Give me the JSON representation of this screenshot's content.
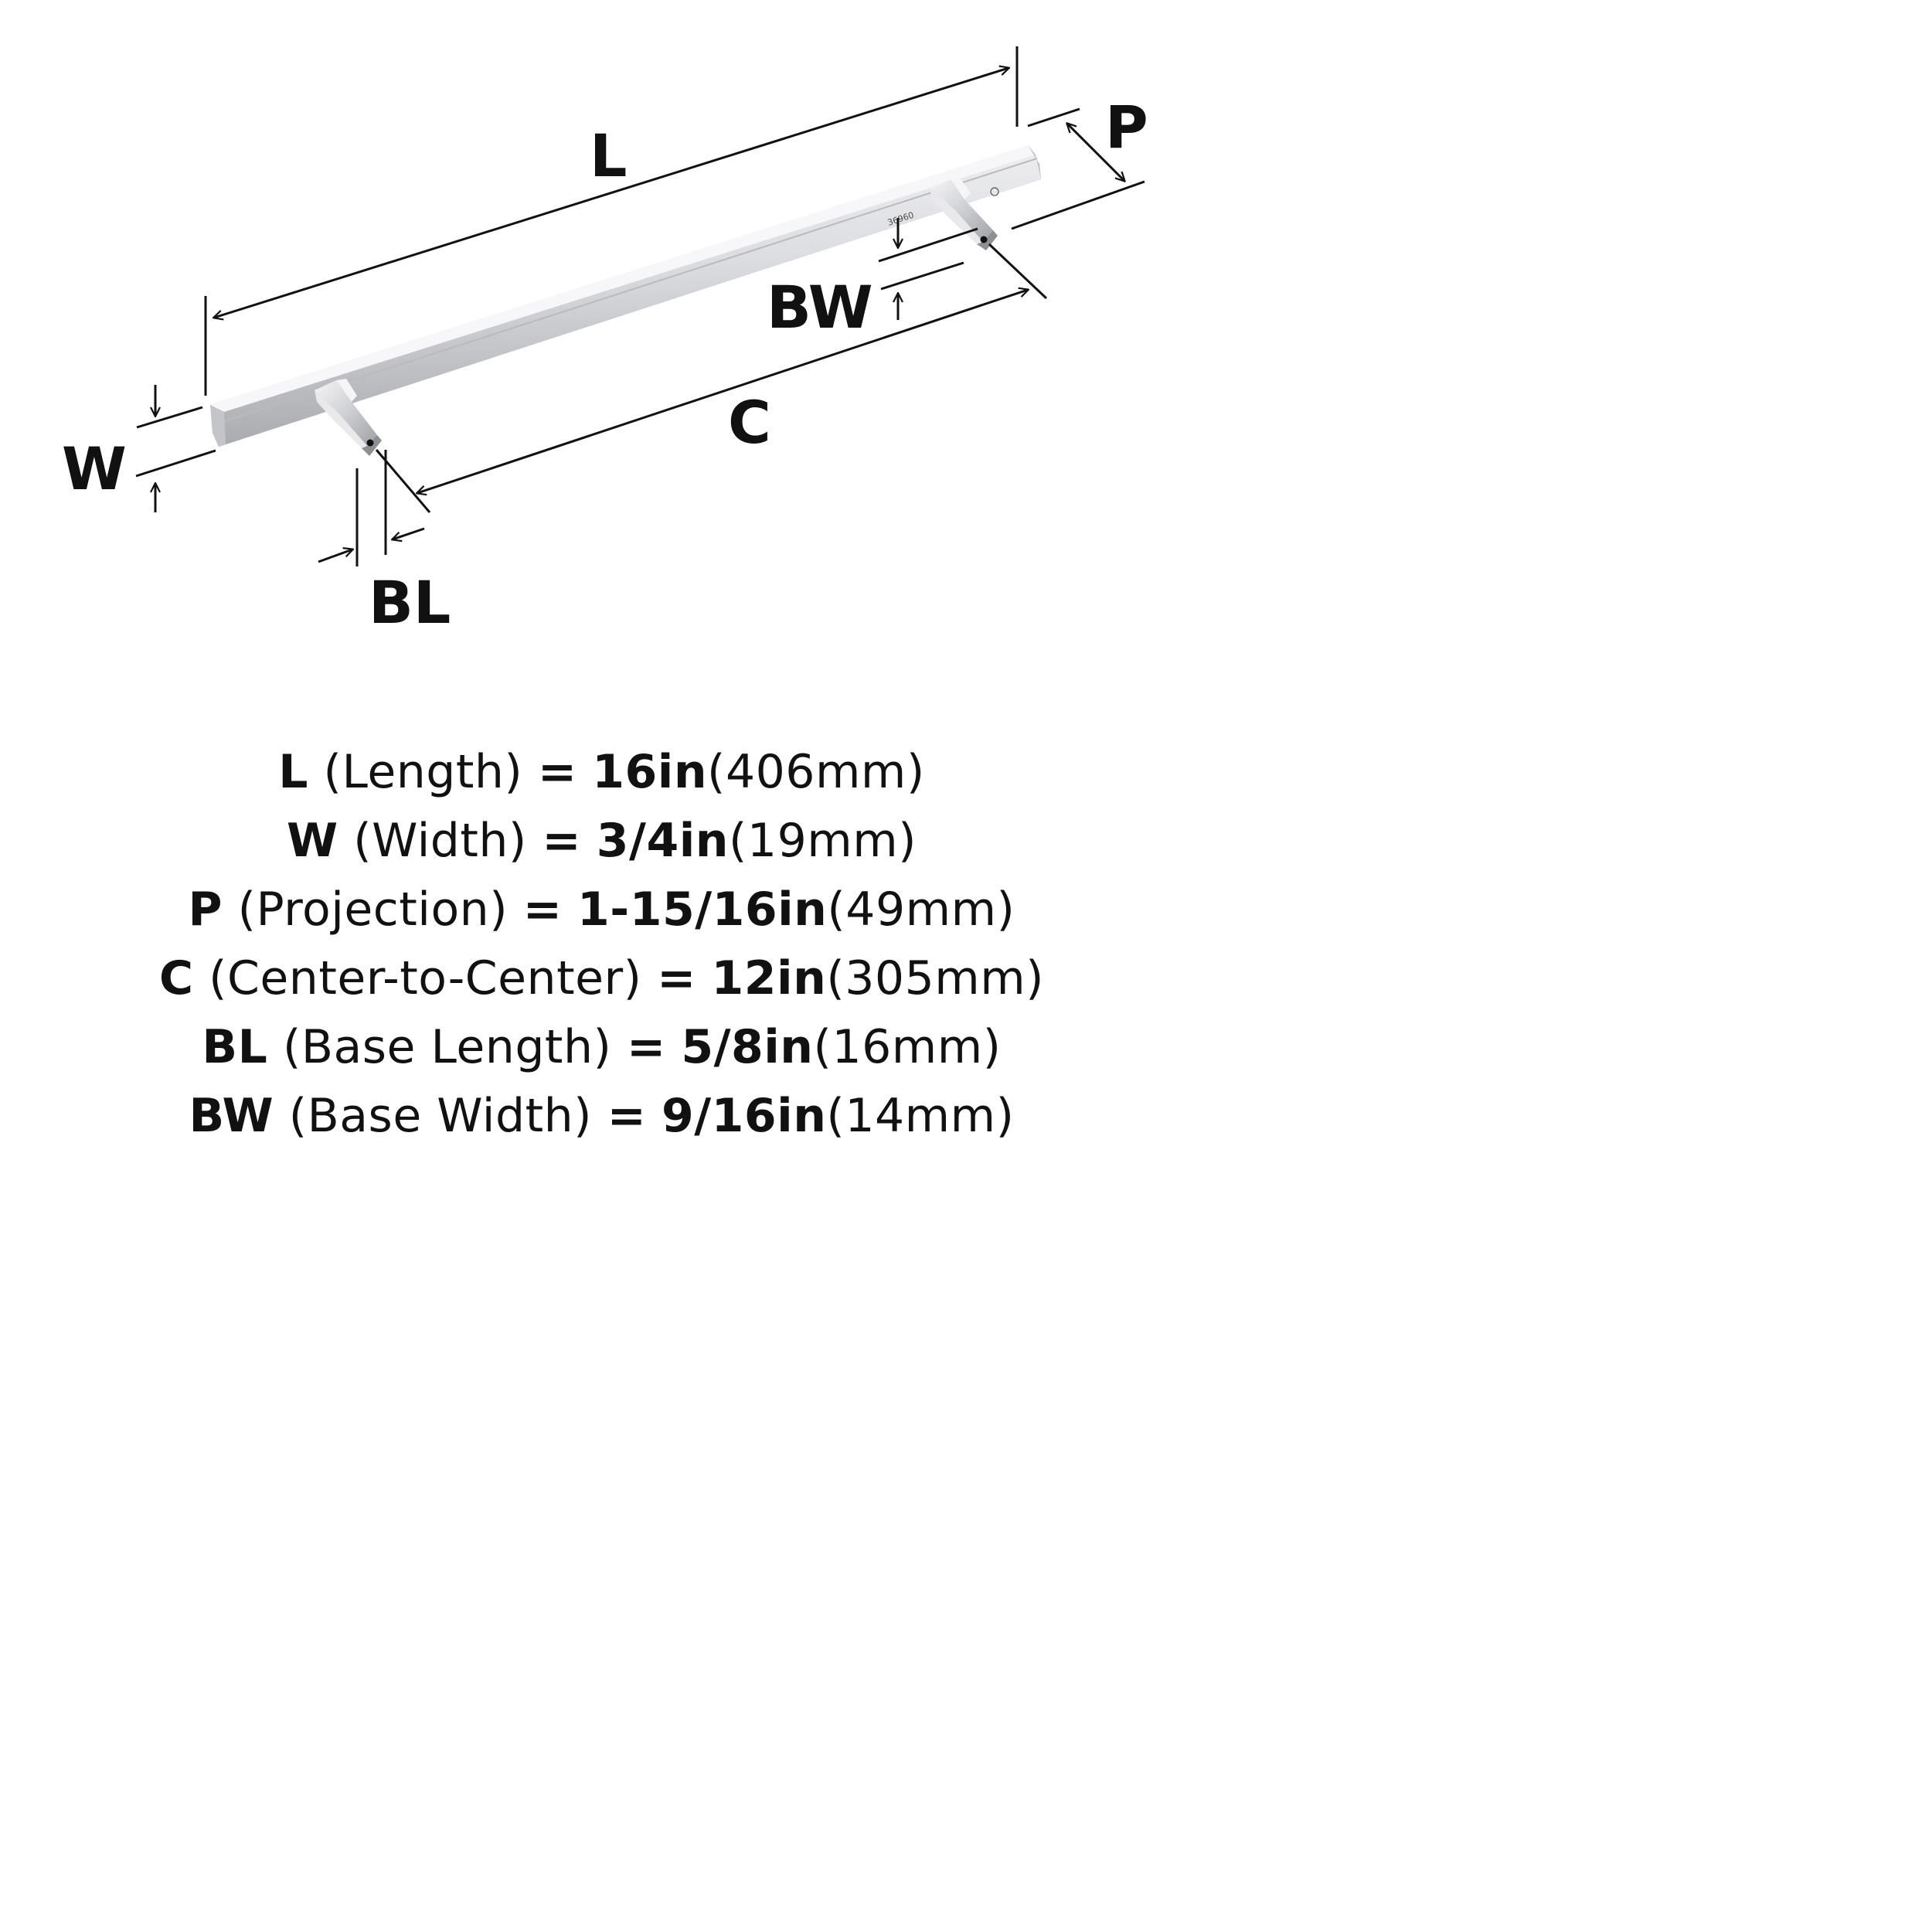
{
  "diagram": {
    "labels": {
      "length": "L",
      "width": "W",
      "projection": "P",
      "center": "C",
      "base_width": "BW",
      "base_length": "BL"
    },
    "part_number": "36960",
    "colors": {
      "ink": "#111111",
      "metal_light": "#f2f2f4",
      "metal_mid": "#d3d4d8",
      "metal_dark": "#a9aaaf"
    }
  },
  "specs": [
    {
      "key": "L",
      "name": "(Length)",
      "eq": "=",
      "imperial": "16in",
      "metric": "(406mm)"
    },
    {
      "key": "W",
      "name": "(Width)",
      "eq": "=",
      "imperial": "3/4in",
      "metric": "(19mm)"
    },
    {
      "key": "P",
      "name": "(Projection)",
      "eq": "=",
      "imperial": "1-15/16in",
      "metric": "(49mm)"
    },
    {
      "key": "C",
      "name": "(Center-to-Center)",
      "eq": "=",
      "imperial": "12in",
      "metric": "(305mm)"
    },
    {
      "key": "BL",
      "name": "(Base Length)",
      "eq": "=",
      "imperial": "5/8in",
      "metric": "(16mm)"
    },
    {
      "key": "BW",
      "name": "(Base Width)",
      "eq": "=",
      "imperial": "9/16in",
      "metric": "(14mm)"
    }
  ]
}
